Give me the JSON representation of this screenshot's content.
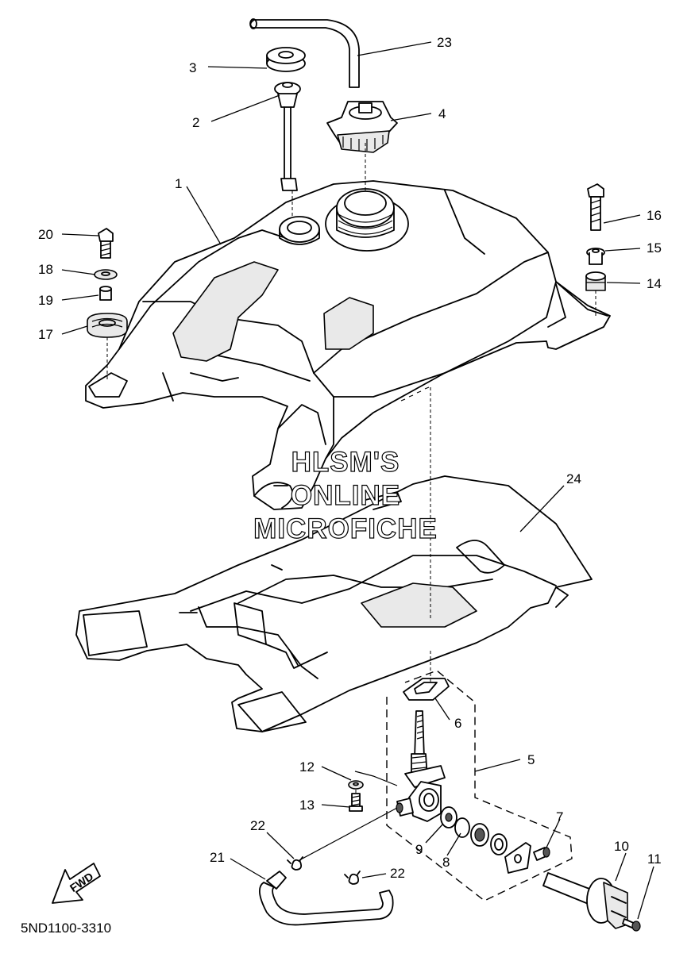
{
  "diagram": {
    "drawing_code": "5ND1100-3310",
    "forward_arrow_label": "FWD",
    "watermark": [
      "HLSM'S",
      "ONLINE",
      "MICROFICHE"
    ],
    "callouts": [
      "1",
      "2",
      "3",
      "4",
      "5",
      "6",
      "7",
      "8",
      "9",
      "10",
      "11",
      "12",
      "13",
      "14",
      "15",
      "16",
      "17",
      "18",
      "19",
      "20",
      "21",
      "22",
      "22",
      "23",
      "24"
    ]
  }
}
